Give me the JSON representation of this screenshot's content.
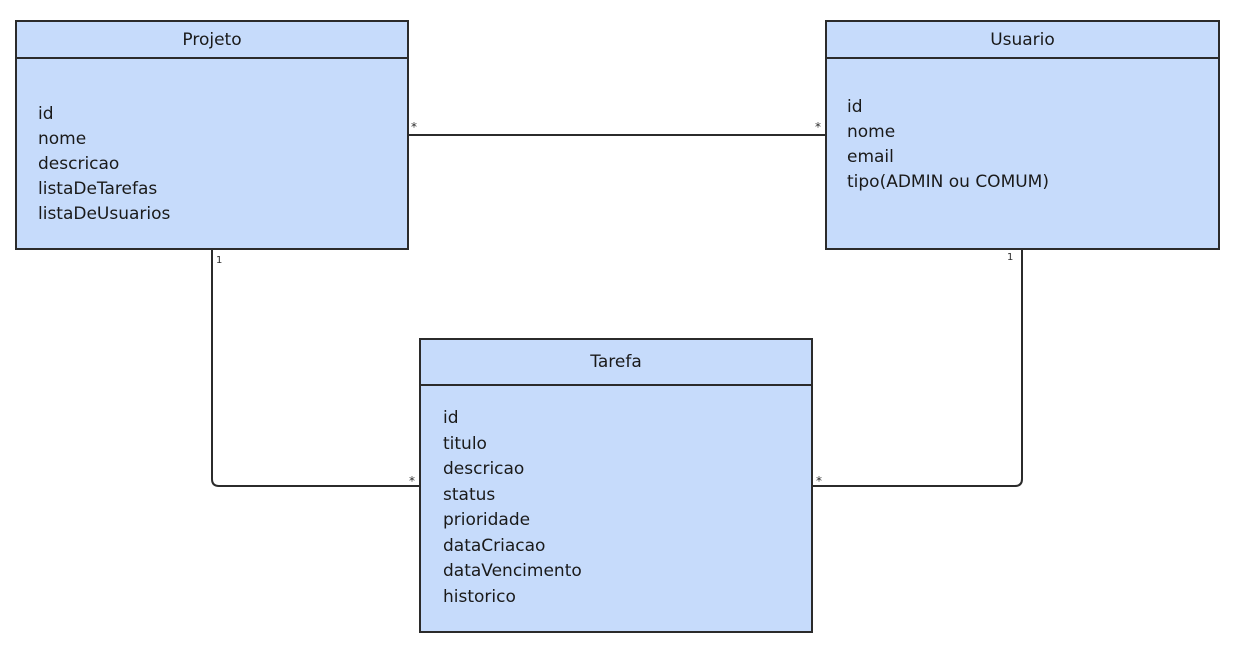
{
  "classes": {
    "projeto": {
      "name": "Projeto",
      "attributes": [
        "id",
        "nome",
        "descricao",
        "listaDeTarefas",
        "listaDeUsuarios"
      ]
    },
    "usuario": {
      "name": "Usuario",
      "attributes": [
        "id",
        "nome",
        "email",
        "tipo(ADMIN ou COMUM)"
      ]
    },
    "tarefa": {
      "name": "Tarefa",
      "attributes": [
        "id",
        "titulo",
        "descricao",
        "status",
        "prioridade",
        "dataCriacao",
        "dataVencimento",
        "historico"
      ]
    }
  },
  "associations": {
    "projeto_usuario": {
      "projeto_end": "*",
      "usuario_end": "*"
    },
    "projeto_tarefa": {
      "projeto_end": "1",
      "tarefa_end": "*"
    },
    "usuario_tarefa": {
      "usuario_end": "1",
      "tarefa_end": "*"
    }
  },
  "colors": {
    "class_fill": "#c6dbfb",
    "line": "#2b2b2b"
  }
}
